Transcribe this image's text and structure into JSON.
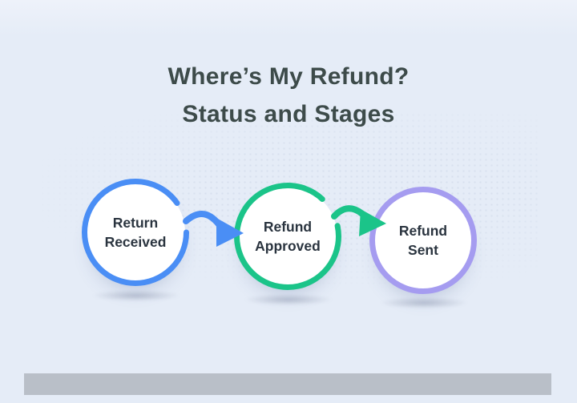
{
  "page": {
    "background_color": "#e5ecf7",
    "footer_bar_color": "#b9bfc8",
    "map_dot_color": "#c3cee0"
  },
  "title": {
    "line1": "Where’s My Refund?",
    "line2": "Status and Stages",
    "color": "#3d4b4a"
  },
  "stages": [
    {
      "line1": "Return",
      "line2": "Received",
      "color": "#4a8ef5"
    },
    {
      "line1": "Refund",
      "line2": "Approved",
      "color": "#1bc489"
    },
    {
      "line1": "Refund",
      "line2": "Sent",
      "color": "#a59cf0"
    }
  ],
  "arrows": [
    {
      "from": "Return Received",
      "to": "Refund Approved",
      "color": "#4a8ef5"
    },
    {
      "from": "Refund Approved",
      "to": "Refund Sent",
      "color": "#1bc489"
    }
  ]
}
